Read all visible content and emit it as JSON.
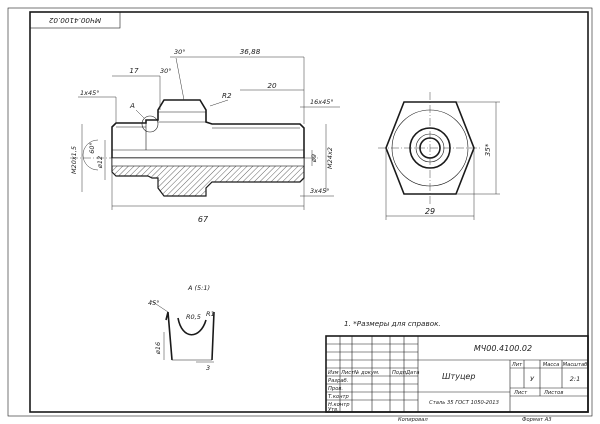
{
  "drawing": {
    "rotated_code": "МЧ00.4100.02",
    "main_view": {
      "dims": {
        "length_36_88": "36,88",
        "length_17": "17",
        "angle_30_a": "30°",
        "angle_30_b": "30°",
        "chamfer_1x45": "1x45°",
        "label_a": "А",
        "radius_r2": "R2",
        "length_20": "20",
        "chamfer_16x45": "16x45°",
        "thread_m20": "М20х1,5",
        "angle_60": "60°",
        "dia_12": "ø12",
        "dia_9": "ø9",
        "thread_m24": "М24х2",
        "chamfer_3x45": "3x45°",
        "length_67": "67"
      }
    },
    "side_view": {
      "dim_35": "35*",
      "dim_29": "29"
    },
    "detail_view": {
      "title": "А (5:1)",
      "angle_45": "45°",
      "r05": "R0,5",
      "r1": "R1",
      "dia_16": "ø16",
      "dim_3": "3"
    },
    "note": "1. *Размеры для справок."
  },
  "title_block": {
    "code": "МЧ00.4100.02",
    "part_name": "Штуцер",
    "material": "Сталь 35 ГОСТ 1050-2013",
    "col_lit": "Лит",
    "col_mass": "Масса",
    "col_scale": "Масштаб",
    "lit_value": "У",
    "scale_value": "2:1",
    "sheet_label": "Лист",
    "sheets_label": "Листов",
    "hdr_izm": "Изм",
    "hdr_list": "Лист",
    "hdr_ndokum": "№ докум.",
    "hdr_podp": "Подп.",
    "hdr_data": "Дата",
    "row_razrab": "Разраб.",
    "row_prov": "Пров.",
    "row_tkontr": "Т.контр",
    "row_nkontr": "Н.контр",
    "row_utv": "Утв.",
    "footer_copy": "Копировал",
    "footer_format": "Формат  А3"
  }
}
